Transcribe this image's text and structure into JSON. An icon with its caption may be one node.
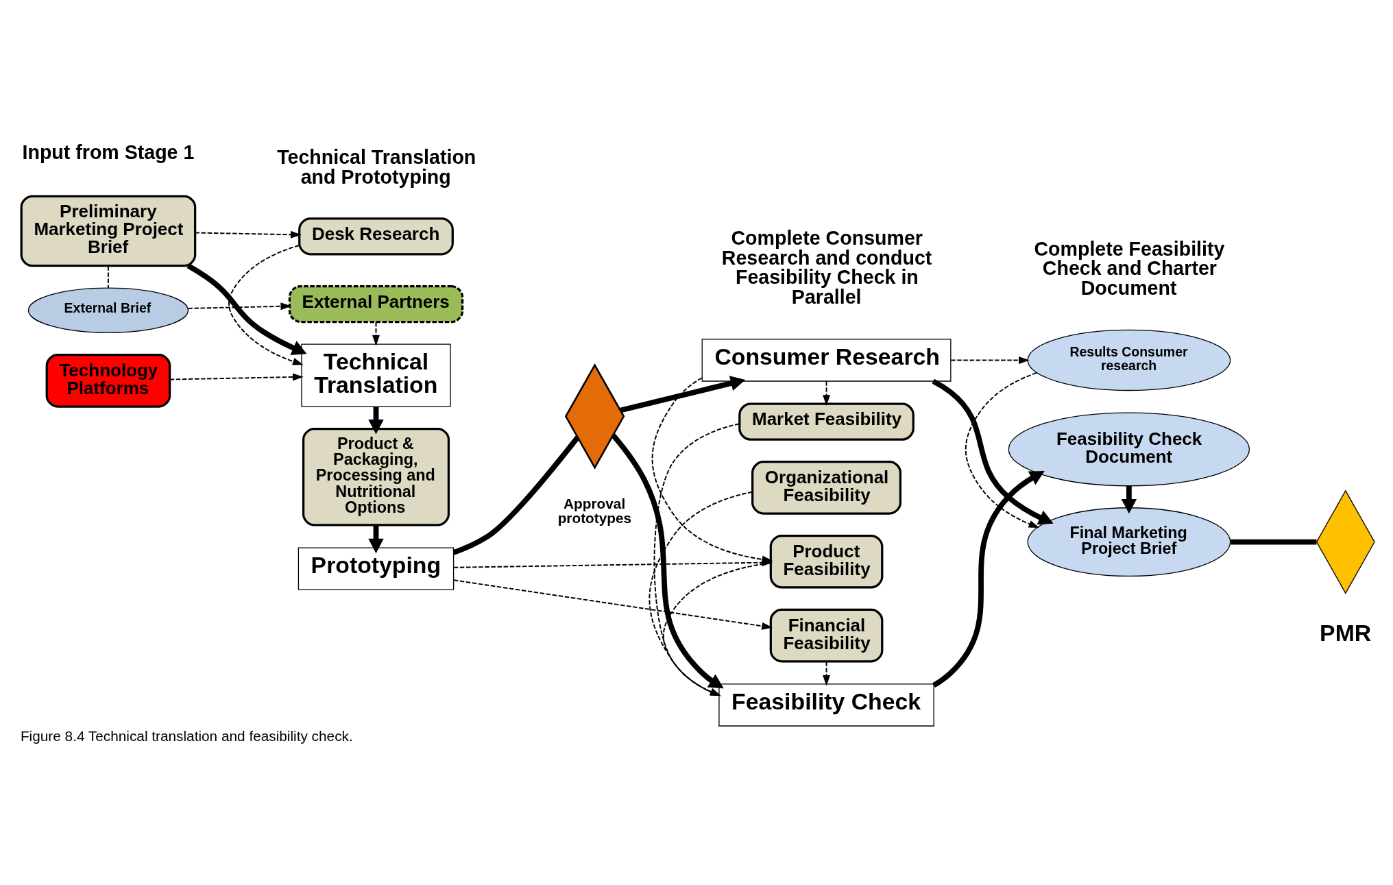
{
  "diagram": {
    "caption": "Figure 8.4 Technical translation and feasibility check.",
    "nodes": [
      {
        "text": [
          "Preliminary Marketing Project Brief"
        ]
      },
      {
        "text": [
          "External Brief"
        ]
      },
      {
        "text": [
          "External Partners"
        ]
      },
      {
        "text": [
          "Desk Research"
        ]
      },
      {
        "text": [
          "Technical Translation"
        ]
      },
      {
        "text": [
          "Technology Platforms"
        ]
      },
      {
        "text": [
          "Product & Packaging, Processing and Nutritional Options"
        ]
      },
      {
        "text": [
          "Prototyping"
        ]
      },
      {
        "text": [],
        "shape": "diamond",
        "beside": [
          "Approval prototypes"
        ]
      },
      {
        "text": [
          "Consumer Research"
        ]
      },
      {
        "text": [
          "Results Consumer research"
        ]
      },
      {
        "text": [
          "Product Feasibility"
        ]
      },
      {
        "text": [
          "Market Feasibility"
        ]
      },
      {
        "text": [
          "Feasibility Check"
        ]
      },
      {
        "text": [
          "Organizational Feasibility"
        ]
      },
      {
        "text": [
          "Financial Feasibility"
        ]
      },
      {
        "text": [
          "Final Marketing Project Brief"
        ]
      },
      {
        "text": [
          "Feasibility Check Document"
        ]
      },
      {
        "text": [],
        "shape": "diamond",
        "beside": [
          "PMR"
        ]
      }
    ],
    "edges": [
      {
        "from": 0,
        "to": 4,
        "arrow": "to",
        "style": "thick"
      },
      {
        "from": 0,
        "to": 1,
        "arrow": "none",
        "style": "dashed"
      },
      {
        "from": 1,
        "to": 2,
        "arrow": "to",
        "style": "dashed"
      },
      {
        "from": 0,
        "to": 3,
        "arrow": "to",
        "style": "dashed"
      },
      {
        "from": 2,
        "to": 4,
        "arrow": "to",
        "style": "dashed"
      },
      {
        "from": 3,
        "to": 4,
        "arrow": "to",
        "style": "dashed"
      },
      {
        "from": 5,
        "to": 4,
        "arrow": "to",
        "style": "dashed"
      },
      {
        "from": 4,
        "to": 6,
        "arrow": "to",
        "style": "thick"
      },
      {
        "from": 6,
        "to": 7,
        "arrow": "to",
        "style": "thick"
      },
      {
        "from": 7,
        "to": 8,
        "arrow": "none",
        "style": "thick"
      },
      {
        "from": 8,
        "to": 9,
        "arrow": "to",
        "style": "thick"
      },
      {
        "from": 8,
        "to": 13,
        "arrow": "to",
        "style": "thick"
      },
      {
        "from": 7,
        "to": 11,
        "arrow": "to",
        "style": "dashed"
      },
      {
        "from": 7,
        "to": 15,
        "arrow": "to",
        "style": "dashed"
      },
      {
        "from": 9,
        "to": 16,
        "arrow": "to",
        "style": "thick"
      },
      {
        "from": 9,
        "to": 10,
        "arrow": "to",
        "style": "dashed"
      },
      {
        "from": 10,
        "to": 16,
        "arrow": "to",
        "style": "dashed"
      },
      {
        "from": 9,
        "to": 11,
        "arrow": "to",
        "style": "dashed"
      },
      {
        "from": 9,
        "to": 12,
        "arrow": "to",
        "style": "dashed"
      },
      {
        "from": 11,
        "to": 13,
        "arrow": "to",
        "style": "dashed"
      },
      {
        "from": 12,
        "to": 13,
        "arrow": "to",
        "style": "dashed"
      },
      {
        "from": 14,
        "to": 13,
        "arrow": "to",
        "style": "dashed"
      },
      {
        "from": 15,
        "to": 13,
        "arrow": "to",
        "style": "dashed"
      },
      {
        "from": 13,
        "to": 17,
        "arrow": "to",
        "style": "thick"
      },
      {
        "from": 17,
        "to": 16,
        "arrow": "to",
        "style": "thick"
      },
      {
        "from": 16,
        "to": 18,
        "arrow": "none",
        "style": "thick"
      }
    ],
    "labels": [
      "Input from Stage 1",
      "Technical Translation and Prototyping",
      "Complete Consumer Research and conduct Feasibility Check in Parallel",
      "Complete Feasibility Check and Charter Document"
    ]
  }
}
